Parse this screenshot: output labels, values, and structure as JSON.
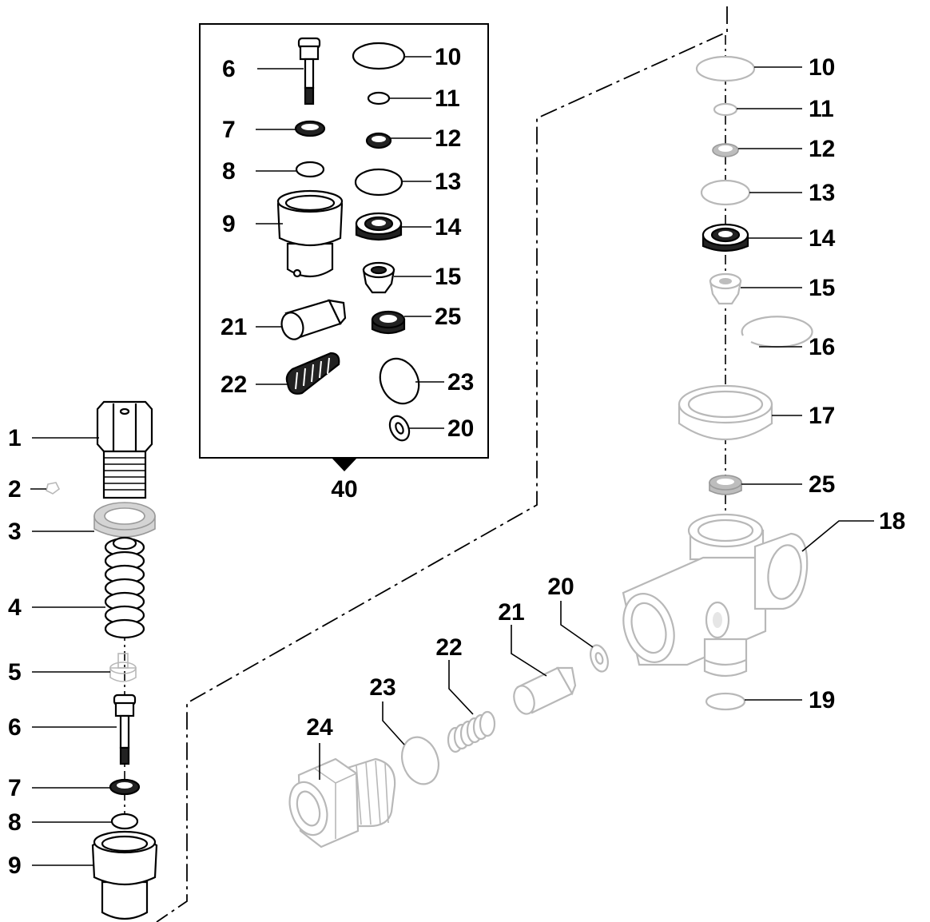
{
  "kit": {
    "number": "40",
    "labels": [
      "6",
      "7",
      "8",
      "9",
      "21",
      "22",
      "10",
      "11",
      "12",
      "13",
      "14",
      "15",
      "25",
      "23",
      "20"
    ]
  },
  "left_stack": {
    "labels": [
      "1",
      "2",
      "3",
      "4",
      "5",
      "6",
      "7",
      "8",
      "9"
    ]
  },
  "right_stack": {
    "labels": [
      "10",
      "11",
      "12",
      "13",
      "14",
      "15",
      "16",
      "17",
      "25",
      "18",
      "19"
    ]
  },
  "bottom_row": {
    "labels": [
      "24",
      "23",
      "22",
      "21",
      "20"
    ]
  }
}
